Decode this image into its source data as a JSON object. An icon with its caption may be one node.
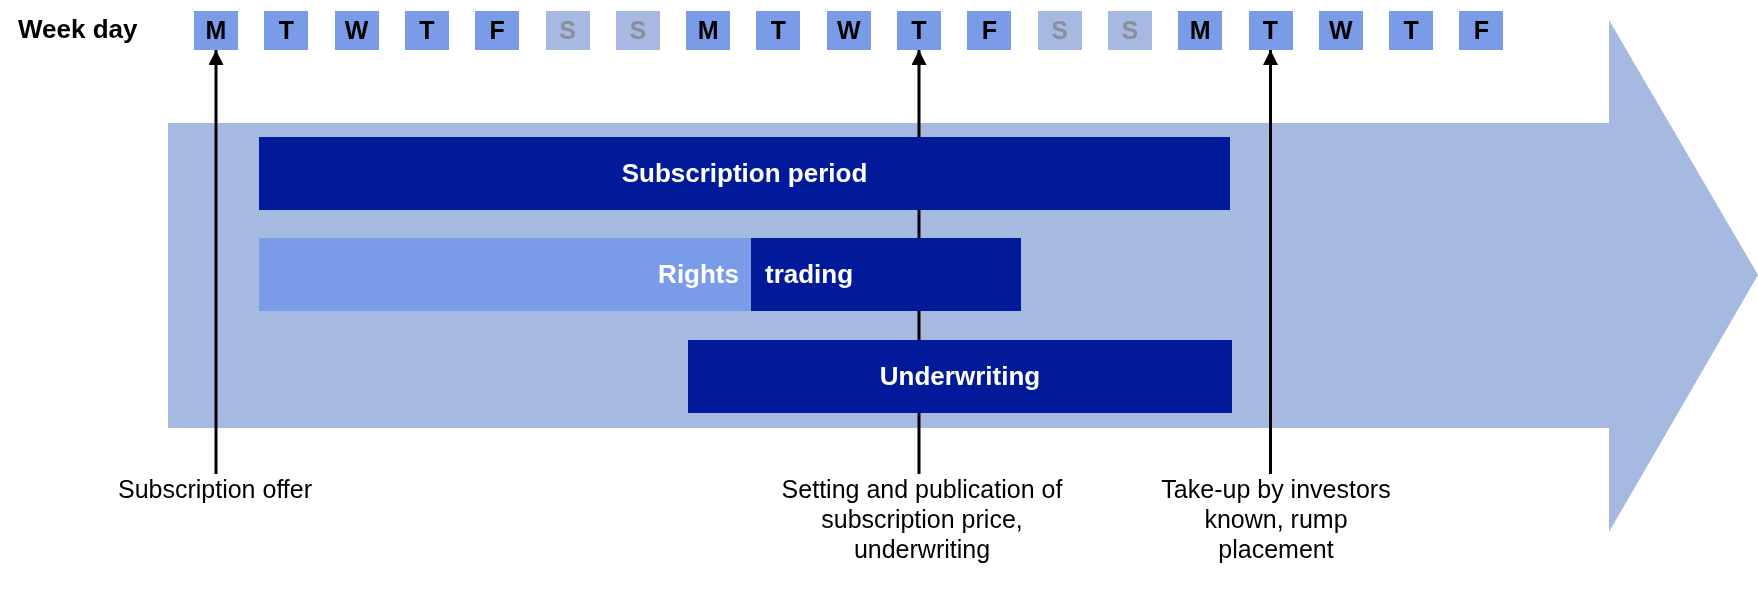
{
  "diagram": {
    "nodes": [
      {
        "text": [
          "M"
        ]
      },
      {
        "text": [
          "T"
        ]
      },
      {
        "text": [
          "W"
        ]
      },
      {
        "text": [
          "T"
        ]
      },
      {
        "text": [
          "F"
        ]
      },
      {
        "text": [
          "S"
        ]
      },
      {
        "text": [
          "S"
        ]
      },
      {
        "text": [
          "M"
        ]
      },
      {
        "text": [
          "T"
        ]
      },
      {
        "text": [
          "W"
        ]
      },
      {
        "text": [
          "T"
        ]
      },
      {
        "text": [
          "F"
        ]
      },
      {
        "text": [
          "S"
        ]
      },
      {
        "text": [
          "S"
        ]
      },
      {
        "text": [
          "M"
        ]
      },
      {
        "text": [
          "T"
        ]
      },
      {
        "text": [
          "W"
        ]
      },
      {
        "text": [
          "T"
        ]
      },
      {
        "text": [
          "F"
        ]
      },
      {
        "text": [],
        "shape": "arrow"
      },
      {
        "text": [
          "Subscription period"
        ],
        "in": 19
      },
      {
        "text": [
          "Rights",
          "trading"
        ],
        "in": 19
      },
      {
        "text": [
          "Underwriting"
        ],
        "in": 19
      },
      {
        "text": [
          "Subscription offer"
        ]
      },
      {
        "text": [
          "Setting and publication of subscription price, underwriting"
        ]
      },
      {
        "text": [
          "Take-up by investors known, rump placement"
        ]
      }
    ],
    "edges": [
      {
        "from": 23,
        "to": 0,
        "arrow": "to"
      },
      {
        "from": 24,
        "to": 10,
        "arrow": "to"
      },
      {
        "from": 25,
        "to": 15,
        "arrow": "to"
      }
    ],
    "labels": [
      "Week day"
    ]
  }
}
